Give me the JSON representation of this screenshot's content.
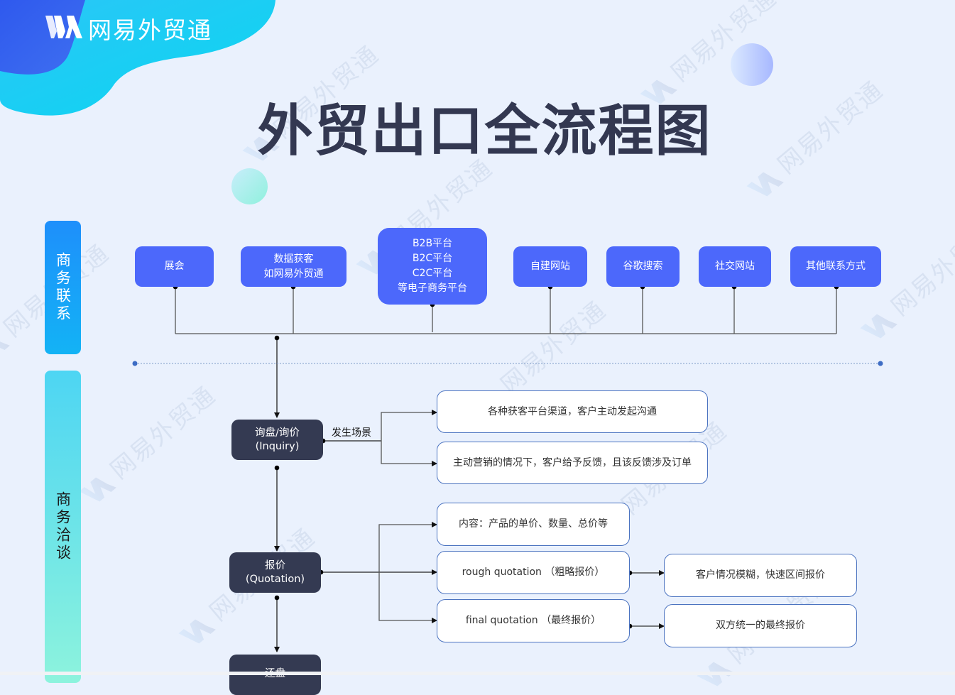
{
  "brand": {
    "name": "网易外贸通",
    "logo_icon": "wm-logo-icon",
    "colors": {
      "blob_primary": "#1fb8f5",
      "blob_secondary": "#3d6cf0"
    }
  },
  "watermark_text": "网易外贸通",
  "title": "外贸出口全流程图",
  "lanes": [
    {
      "label": "商务联系"
    },
    {
      "label": "商务洽谈"
    }
  ],
  "contact_channels": [
    {
      "label": "展会"
    },
    {
      "label": "数据获客\n如网易外贸通"
    },
    {
      "label": "B2B平台\nB2C平台\nC2C平台\n等电子商务平台"
    },
    {
      "label": "自建网站"
    },
    {
      "label": "谷歌搜索"
    },
    {
      "label": "社交网站"
    },
    {
      "label": "其他联系方式"
    }
  ],
  "steps": [
    {
      "label": "询盘/询价\n(Inquiry)"
    },
    {
      "label": "报价\n(Quotation)"
    },
    {
      "label": "还盘"
    }
  ],
  "inquiry": {
    "edge_label": "发生场景",
    "scenarios": [
      {
        "label": "各种获客平台渠道，客户主动发起沟通"
      },
      {
        "label": "主动营销的情况下，客户给予反馈，且该反馈涉及订单"
      }
    ]
  },
  "quotation": {
    "branches": [
      {
        "label": "内容：产品的单价、数量、总价等"
      },
      {
        "label": "rough quotation （粗略报价）",
        "detail": "客户情况模糊，快速区间报价"
      },
      {
        "label": "final quotation （最终报价）",
        "detail": "双方统一的最终报价"
      }
    ]
  },
  "colors": {
    "background": "#eaf1fd",
    "channel_node": "#4c68fb",
    "step_node": "#343a52",
    "detail_border": "#4b73c0",
    "title": "#333851",
    "divider": "#3d6cc4"
  }
}
